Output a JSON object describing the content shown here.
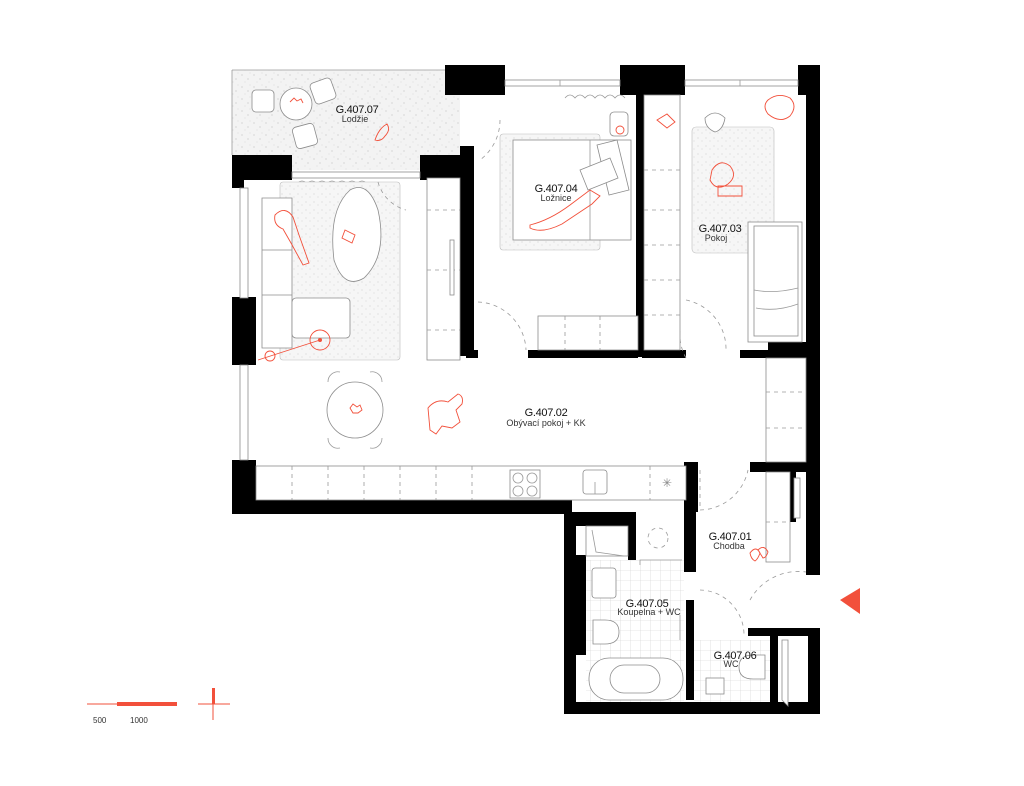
{
  "plan": {
    "accent_color": "#f2503b",
    "rooms": [
      {
        "code": "G.407.07",
        "name": "Lodžie"
      },
      {
        "code": "G.407.04",
        "name": "Ložnice"
      },
      {
        "code": "G.407.03",
        "name": "Pokoj"
      },
      {
        "code": "G.407.02",
        "name": "Obývací pokoj + KK"
      },
      {
        "code": "G.407.01",
        "name": "Chodba"
      },
      {
        "code": "G.407.05",
        "name": "Koupelna + WC"
      },
      {
        "code": "G.407.06",
        "name": "WC"
      }
    ],
    "entrance_marker": "entrance-arrow",
    "scale_bar": {
      "labels": [
        "500",
        "1000"
      ]
    },
    "north_marker": "crosshair-marker"
  }
}
